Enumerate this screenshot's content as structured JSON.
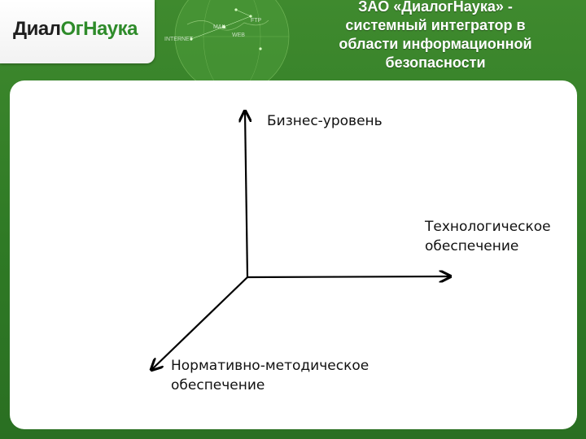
{
  "logo": {
    "part1": "Диал",
    "part2": "ОгНаука"
  },
  "globe_words": [
    "INTERNET",
    "MAIL",
    "WEB",
    "FTP"
  ],
  "header": {
    "title_lines": [
      "ЗАО «ДиалогНаука» -",
      "системный интегратор в",
      "области информационной",
      "безопасности"
    ]
  },
  "diagram": {
    "axes": {
      "vertical": {
        "lines": [
          "Бизнес-уровень"
        ]
      },
      "horizontal": {
        "lines": [
          "Технологическое",
          "обеспечение"
        ]
      },
      "diagonal": {
        "lines": [
          "Нормативно-методическое",
          "обеспечение"
        ]
      }
    }
  },
  "colors": {
    "brand_green": "#2e8b2a",
    "background_green": "#3f8a2e",
    "axis": "#000000"
  }
}
